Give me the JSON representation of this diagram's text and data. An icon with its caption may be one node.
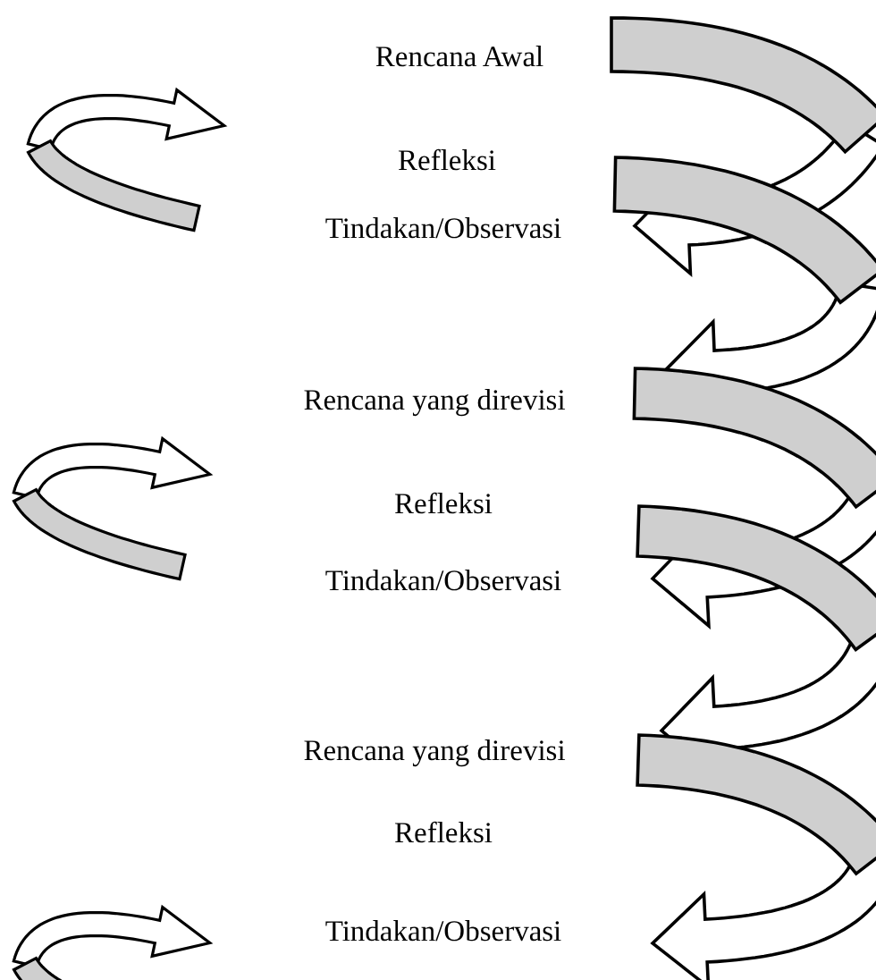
{
  "diagram": {
    "labels": [
      "Rencana Awal",
      "Refleksi",
      "Tindakan/Observasi",
      "Rencana yang direvisi",
      "Refleksi",
      "Tindakan/Observasi",
      "Rencana yang direvisi",
      "Refleksi",
      "Tindakan/Observasi"
    ]
  }
}
